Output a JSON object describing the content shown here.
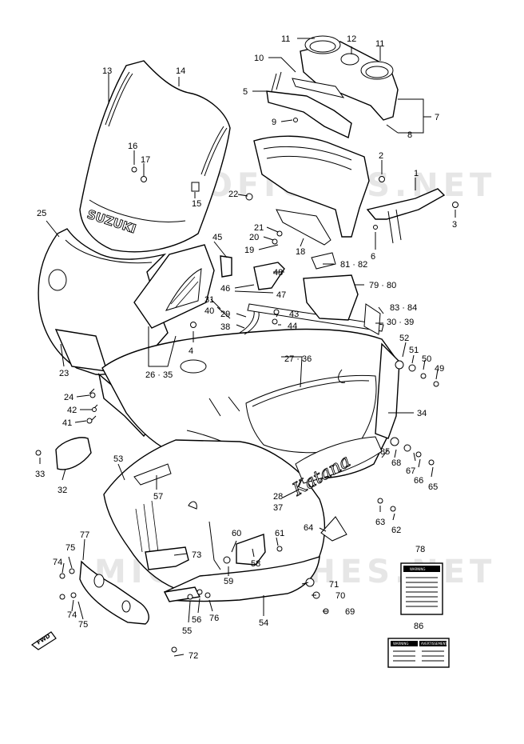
{
  "watermark": "MICROFICHES.NET",
  "brand_logo": "SUZUKI",
  "model_script": "Katana",
  "fwd_label": "FWD",
  "warning_labels": [
    "WARNING",
    "WARNING",
    "AVERTISSEMENT"
  ],
  "callouts": {
    "c1": "1",
    "c2": "2",
    "c3": "3",
    "c4": "4",
    "c5": "5",
    "c6": "6",
    "c7": "7",
    "c8": "8",
    "c9": "9",
    "c10": "10",
    "c11a": "11",
    "c11b": "11",
    "c12": "12",
    "c13": "13",
    "c14": "14",
    "c15": "15",
    "c16": "16",
    "c17": "17",
    "c18": "18",
    "c19": "19",
    "c20": "20",
    "c21": "21",
    "c22": "22",
    "c23": "23",
    "c24": "24",
    "c25": "25",
    "c26_35": "26 · 35",
    "c27_36": "27 · 36",
    "c28": "28",
    "c29": "29",
    "c30_39": "30 · 39",
    "c31": "31",
    "c32": "32",
    "c33": "33",
    "c34": "34",
    "c37": "37",
    "c38": "38",
    "c40": "40",
    "c41": "41",
    "c42": "42",
    "c43": "43",
    "c44": "44",
    "c45": "45",
    "c46": "46",
    "c47": "47",
    "c48": "48",
    "c49": "49",
    "c50": "50",
    "c51": "51",
    "c52": "52",
    "c53": "53",
    "c54": "54",
    "c55": "55",
    "c56": "56",
    "c57": "57",
    "c58": "58",
    "c59": "59",
    "c60": "60",
    "c61": "61",
    "c62": "62",
    "c63": "63",
    "c64": "64",
    "c65": "65",
    "c66": "66",
    "c67": "67",
    "c68": "68",
    "c69": "69",
    "c70": "70",
    "c71": "71",
    "c72": "72",
    "c73": "73",
    "c74a": "74",
    "c74b": "74",
    "c75a": "75",
    "c75b": "75",
    "c76": "76",
    "c77": "77",
    "c78": "78",
    "c79_80": "79 · 80",
    "c81_82": "81 · 82",
    "c83_84": "83 · 84",
    "c85": "85",
    "c86": "86"
  }
}
